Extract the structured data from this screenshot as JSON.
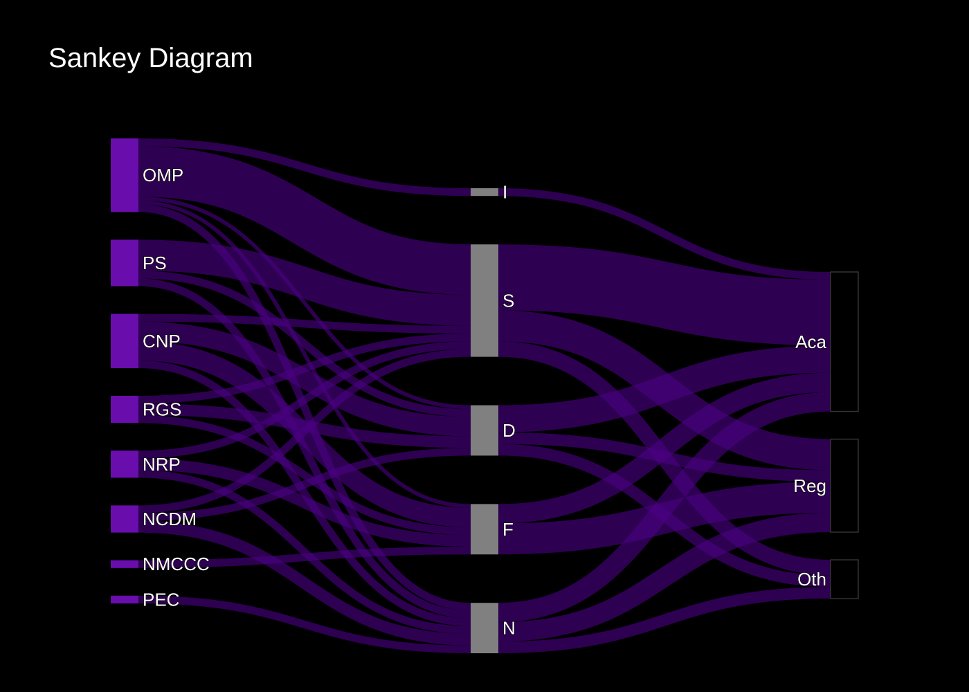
{
  "title": "Sankey Diagram",
  "colors": {
    "background": "#000000",
    "source_node": "#6a0dad",
    "mid_node": "#808080",
    "target_node_fill": "#000000",
    "target_node_stroke": "#333333",
    "link": "#4b0082",
    "label": "#ffffff"
  },
  "chart_data": {
    "type": "sankey",
    "title": "Sankey Diagram",
    "nodes": [
      {
        "name": "OMP",
        "column": 0
      },
      {
        "name": "PS",
        "column": 0
      },
      {
        "name": "CNP",
        "column": 0
      },
      {
        "name": "RGS",
        "column": 0
      },
      {
        "name": "NRP",
        "column": 0
      },
      {
        "name": "NCDM",
        "column": 0
      },
      {
        "name": "NMCCC",
        "column": 0
      },
      {
        "name": "PEC",
        "column": 0
      },
      {
        "name": "I",
        "column": 1
      },
      {
        "name": "S",
        "column": 1
      },
      {
        "name": "D",
        "column": 1
      },
      {
        "name": "F",
        "column": 1
      },
      {
        "name": "N",
        "column": 1
      },
      {
        "name": "Aca",
        "column": 2
      },
      {
        "name": "Reg",
        "column": 2
      },
      {
        "name": "Oth",
        "column": 2
      }
    ],
    "links": [
      {
        "source": "OMP",
        "target": "I",
        "value": 2
      },
      {
        "source": "OMP",
        "target": "S",
        "value": 13
      },
      {
        "source": "OMP",
        "target": "D",
        "value": 1
      },
      {
        "source": "OMP",
        "target": "F",
        "value": 1
      },
      {
        "source": "OMP",
        "target": "N",
        "value": 2
      },
      {
        "source": "PS",
        "target": "S",
        "value": 8
      },
      {
        "source": "PS",
        "target": "D",
        "value": 2
      },
      {
        "source": "PS",
        "target": "N",
        "value": 2
      },
      {
        "source": "CNP",
        "target": "S",
        "value": 2
      },
      {
        "source": "CNP",
        "target": "D",
        "value": 5
      },
      {
        "source": "CNP",
        "target": "F",
        "value": 5
      },
      {
        "source": "CNP",
        "target": "N",
        "value": 2
      },
      {
        "source": "RGS",
        "target": "S",
        "value": 2
      },
      {
        "source": "RGS",
        "target": "D",
        "value": 3
      },
      {
        "source": "RGS",
        "target": "F",
        "value": 2
      },
      {
        "source": "NRP",
        "target": "S",
        "value": 2
      },
      {
        "source": "NRP",
        "target": "F",
        "value": 3
      },
      {
        "source": "NRP",
        "target": "N",
        "value": 2
      },
      {
        "source": "NCDM",
        "target": "S",
        "value": 2
      },
      {
        "source": "NCDM",
        "target": "D",
        "value": 2
      },
      {
        "source": "NCDM",
        "target": "N",
        "value": 3
      },
      {
        "source": "NMCCC",
        "target": "F",
        "value": 2
      },
      {
        "source": "PEC",
        "target": "N",
        "value": 2
      },
      {
        "source": "I",
        "target": "Aca",
        "value": 2
      },
      {
        "source": "S",
        "target": "Aca",
        "value": 17
      },
      {
        "source": "S",
        "target": "Reg",
        "value": 8
      },
      {
        "source": "S",
        "target": "Oth",
        "value": 4
      },
      {
        "source": "D",
        "target": "Aca",
        "value": 7
      },
      {
        "source": "D",
        "target": "Reg",
        "value": 3
      },
      {
        "source": "D",
        "target": "Oth",
        "value": 3
      },
      {
        "source": "F",
        "target": "Aca",
        "value": 5
      },
      {
        "source": "F",
        "target": "Reg",
        "value": 8
      },
      {
        "source": "N",
        "target": "Aca",
        "value": 5
      },
      {
        "source": "N",
        "target": "Reg",
        "value": 5
      },
      {
        "source": "N",
        "target": "Oth",
        "value": 3
      }
    ]
  }
}
